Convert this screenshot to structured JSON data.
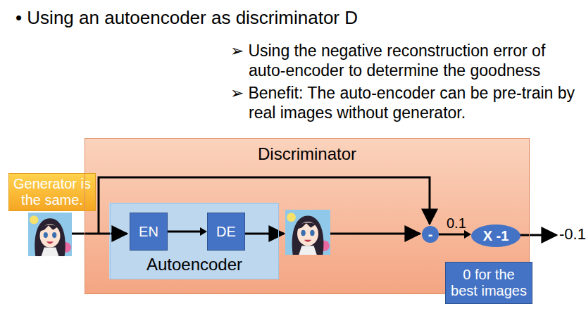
{
  "diagram": {
    "nodes": [
      {
        "text": [
          "Generator is the same."
        ]
      },
      {
        "text": [
          "Discriminator"
        ]
      },
      {
        "text": [
          "Autoencoder"
        ],
        "in": 1
      },
      {
        "text": [
          "EN"
        ],
        "in": 2
      },
      {
        "text": [
          "DE"
        ],
        "in": 2
      },
      {
        "text": [
          "-"
        ],
        "in": 1
      },
      {
        "text": [
          "X -1"
        ],
        "in": 1
      },
      {
        "text": [
          "0 for the best images"
        ]
      }
    ],
    "edges": [
      {
        "from": 3,
        "to": 4,
        "arrow": "to"
      },
      {
        "from": 5,
        "to": 6,
        "label": "0.1",
        "arrow": "to"
      }
    ],
    "labels": [
      "• Using an autoencoder as discriminator D",
      "➢ Using the negative reconstruction error of auto-encoder to determine the goodness",
      "➢ Benefit: The auto-encoder can be pre-train by real images without generator.",
      "-0.1"
    ]
  }
}
